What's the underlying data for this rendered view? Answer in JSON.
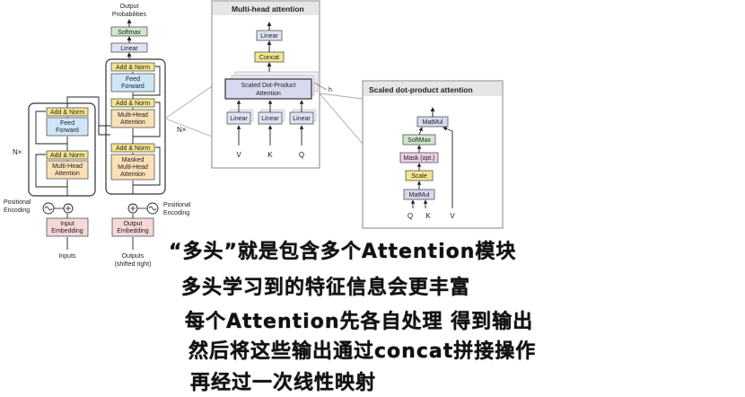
{
  "transformer": {
    "output_probabilities": [
      "Output",
      "Probabilities"
    ],
    "softmax": "Softmax",
    "linear": "Linear",
    "add_norm": "Add & Norm",
    "feed_forward": [
      "Feed",
      "Forward"
    ],
    "multi_head_attention": [
      "Multi-Head",
      "Attention"
    ],
    "masked_multi_head_attention": [
      "Masked",
      "Multi-Head",
      "Attention"
    ],
    "nx": "N×",
    "positional_encoding": [
      "Positional",
      "Encoding"
    ],
    "input_embedding": [
      "Input",
      "Embedding"
    ],
    "output_embedding": [
      "Output",
      "Embedding"
    ],
    "inputs": "Inputs",
    "outputs": [
      "Outputs",
      "(shifted right)"
    ]
  },
  "multi_head": {
    "title": "Multi-head attention",
    "linear": "Linear",
    "concat": "Concat",
    "sdpa": [
      "Scaled Dot-Product",
      "Attention"
    ],
    "h": "h",
    "inputs": [
      "V",
      "K",
      "Q"
    ]
  },
  "scaled_dot": {
    "title": "Scaled dot-product attention",
    "matmul": "MatMul",
    "softmax": "SoftMax",
    "mask": "Mask (opt.)",
    "scale": "Scale",
    "inputs": [
      "Q",
      "K",
      "V"
    ]
  },
  "captions": [
    "“多头”就是包含多个Attention模块",
    "多头学习到的特征信息会更丰富",
    "每个Attention先各自处理 得到输出",
    "然后将这些输出通过concat拼接操作",
    "再经过一次线性映射"
  ],
  "colors": {
    "linear": "#dfe3f3",
    "softmax": "#cfe8cc",
    "add_norm": "#f4e58f",
    "feed_forward": "#cfe6f7",
    "attention": "#fbe0b8",
    "embedding": "#f6d8d8",
    "concat": "#f4e58f",
    "sdpa": "#d7d9ee",
    "mask": "#eecde6",
    "panel_header": "#e6e6e6",
    "panel_border": "#9a9a9a"
  }
}
